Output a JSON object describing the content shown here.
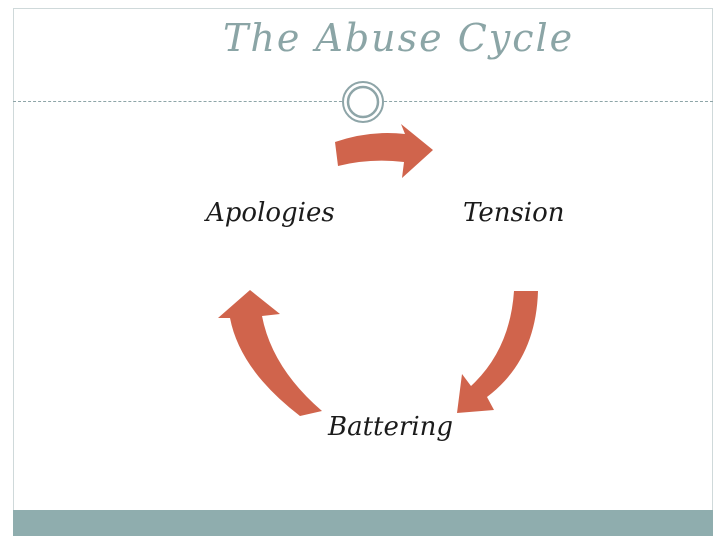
{
  "slide": {
    "title": "The Abuse Cycle"
  },
  "diagram": {
    "type": "cycle",
    "nodes": [
      {
        "id": "tension",
        "label": "Tension"
      },
      {
        "id": "battering",
        "label": "Battering"
      },
      {
        "id": "apologies",
        "label": "Apologies"
      }
    ],
    "edges": [
      {
        "from": "apologies",
        "to": "tension"
      },
      {
        "from": "tension",
        "to": "battering"
      },
      {
        "from": "battering",
        "to": "apologies"
      }
    ]
  },
  "colors": {
    "arrow": "#d0644c",
    "title": "#8ba5a6",
    "accent_bar": "#8fadae",
    "ornament": "#8ea5a8"
  }
}
